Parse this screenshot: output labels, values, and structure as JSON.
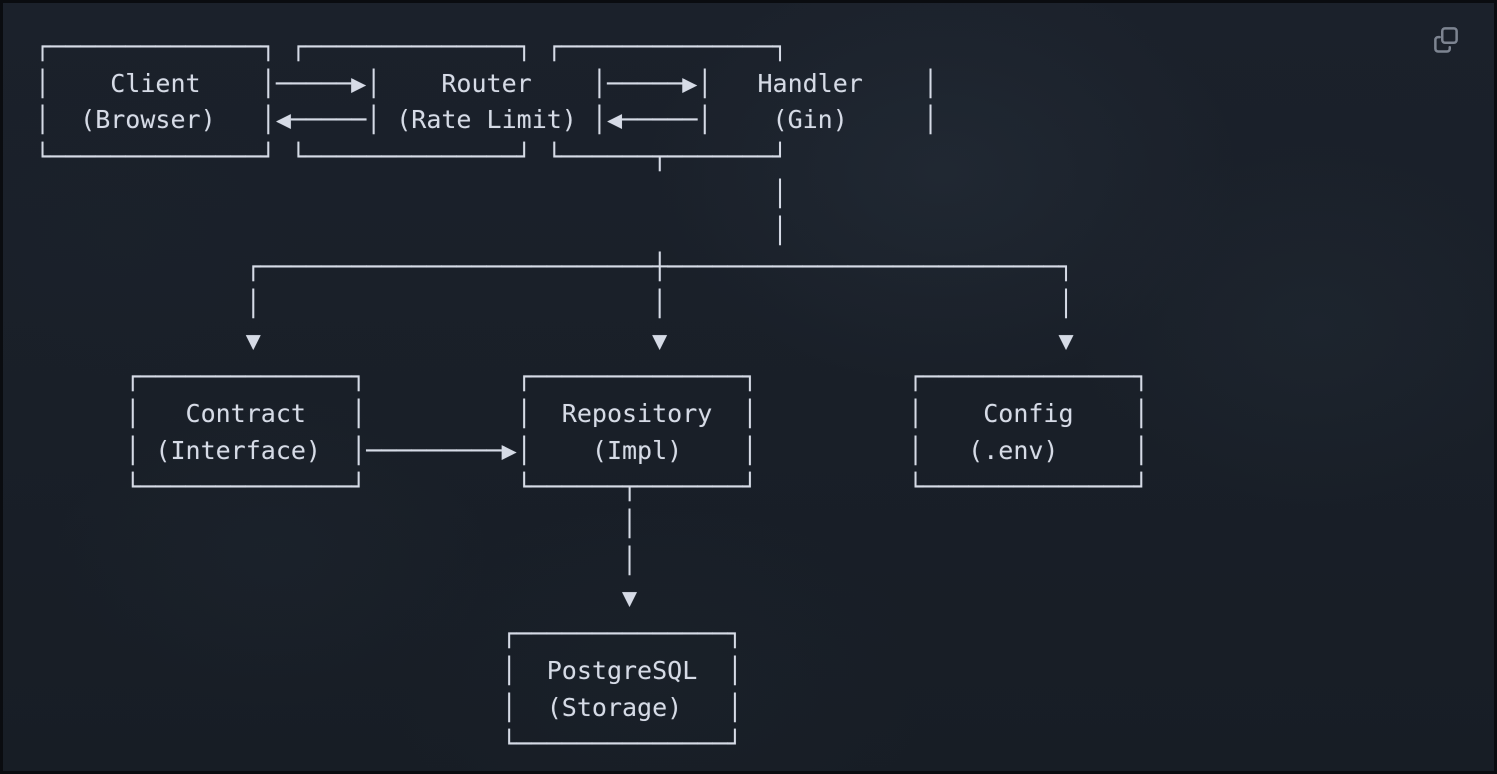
{
  "window": {
    "title": "Architecture Diagram",
    "background_color": "#191f28",
    "text_color": "#d6dbe6",
    "frame_color": "#0a0c10"
  },
  "toolbar": {
    "copy_icon": "copy-icon",
    "copy_label": "Copy"
  },
  "diagram": {
    "type": "ascii-box-architecture-diagram",
    "nodes": [
      {
        "id": "client",
        "title": "Client",
        "subtitle": "(Browser)",
        "row": 1,
        "column": 1
      },
      {
        "id": "router",
        "title": "Router",
        "subtitle": "(Rate Limit)",
        "row": 1,
        "column": 2
      },
      {
        "id": "handler",
        "title": "Handler",
        "subtitle": "(Gin)",
        "row": 1,
        "column": 3
      },
      {
        "id": "contract",
        "title": "Contract",
        "subtitle": "(Interface)",
        "row": 2,
        "column": 1
      },
      {
        "id": "repository",
        "title": "Repository",
        "subtitle": "(Impl)",
        "row": 2,
        "column": 2
      },
      {
        "id": "config",
        "title": "Config",
        "subtitle": "(.env)",
        "row": 2,
        "column": 3
      },
      {
        "id": "postgresql",
        "title": "PostgreSQL",
        "subtitle": "(Storage)",
        "row": 3,
        "column": 2
      }
    ],
    "edges": [
      {
        "from": "client",
        "to": "router",
        "direction": "right",
        "style": "solid"
      },
      {
        "from": "router",
        "to": "client",
        "direction": "left",
        "style": "solid"
      },
      {
        "from": "router",
        "to": "handler",
        "direction": "right",
        "style": "solid"
      },
      {
        "from": "handler",
        "to": "router",
        "direction": "left",
        "style": "solid"
      },
      {
        "from": "handler",
        "to": "contract",
        "direction": "down",
        "style": "branch"
      },
      {
        "from": "handler",
        "to": "repository",
        "direction": "down",
        "style": "branch"
      },
      {
        "from": "handler",
        "to": "config",
        "direction": "down",
        "style": "branch"
      },
      {
        "from": "contract",
        "to": "repository",
        "direction": "right",
        "style": "solid"
      },
      {
        "from": "repository",
        "to": "postgresql",
        "direction": "down",
        "style": "solid"
      }
    ],
    "art": "┌──────────────┐ ┌──────────────┐ ┌──────────────┐\n│    Client    │─────▶│    Router    │─────▶│   Handler    │\n│  (Browser)   │◀─────│ (Rate Limit) │◀─────│    (Gin)     │\n└──────────────┘ └──────────────┘ └──────┬───────┘\n                                                 │\n                                                 │\n              ┌──────────────────────────┼──────────────────────────┐\n              │                          │                          │\n              ▼                          ▼                          ▼\n      ┌──────────────┐          ┌──────────────┐          ┌──────────────┐\n      │   Contract   │          │  Repository  │          │    Config    │\n      │ (Interface)  │─────────▶│    (Impl)    │          │   (.env)     │\n      └──────────────┘          └──────┬───────┘          └──────────────┘\n                                       │\n                                       │\n                                       ▼\n                               ┌──────────────┐\n                               │  PostgreSQL  │\n                               │  (Storage)   │\n                               └──────────────┘"
  }
}
